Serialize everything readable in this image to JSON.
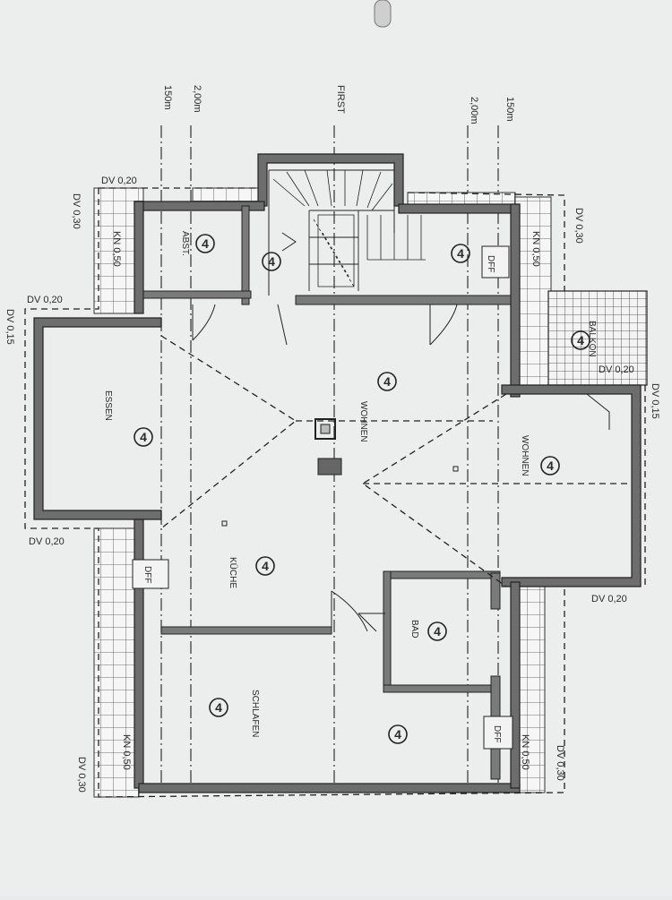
{
  "axis_labels": {
    "a": "150m",
    "b": "2,00m",
    "c": "FIRST",
    "d": "2,00m",
    "e": "150m"
  },
  "dims": {
    "dv_top_left": "DV 0,20",
    "dv_left_030": "DV 0,30",
    "dv_mid_left": "DV 0,20",
    "dv_015_left": "DV 0,15",
    "dv_bottom_left": "DV 0,20",
    "dv_bottom_left_030": "DV 0,30",
    "dv_top_right_030": "DV 0,30",
    "dv_balkon": "DV 0,20",
    "dv_015_right": "DV 0,15",
    "dv_bottom_right_020": "DV 0,20",
    "dv_bottom_right_030": "DV 0,30",
    "kn_top_left": "KN 0,50",
    "kn_top_right": "KN 0,50",
    "kn_bottom_left": "KN 0,50",
    "kn_bottom_right": "KN 0,50"
  },
  "rooms": {
    "abst": "ABST.",
    "wohnen_main": "WOHNEN",
    "essen": "ESSEN",
    "wohnen_right": "WOHNEN",
    "kueche": "KÜCHE",
    "bad": "BAD",
    "schlafen": "SCHLAFEN",
    "balkon": "BALKON"
  },
  "markers": {
    "number": "4"
  },
  "windows": {
    "dff_top": "DFF",
    "dff_left": "DFF",
    "dff_bottom": "DFF"
  }
}
